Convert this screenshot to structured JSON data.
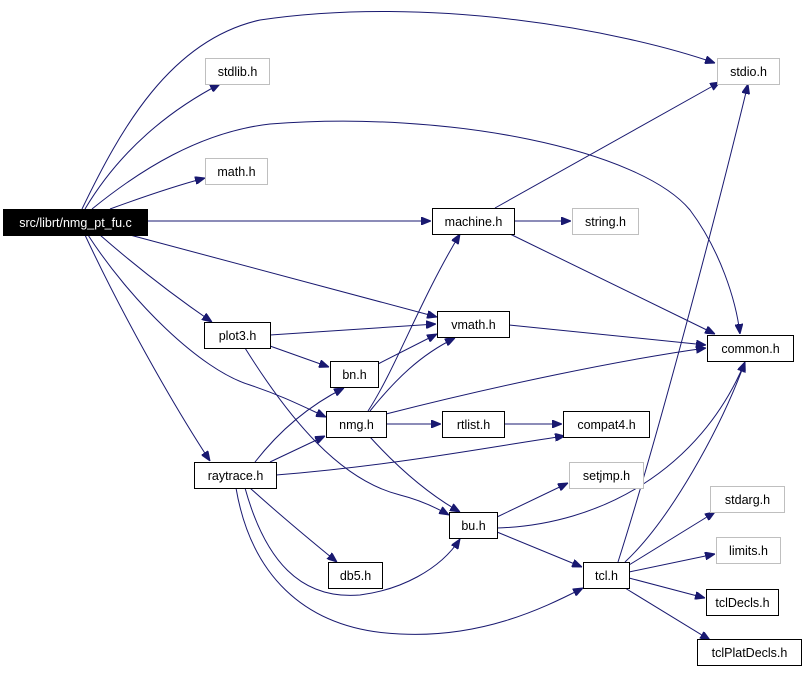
{
  "colors": {
    "edge": "#191970",
    "root_fill": "#000000",
    "root_text": "#ffffff",
    "node_border": "#000000",
    "leaf_border": "#bfbfbf",
    "node_text": "#000000"
  },
  "nodes": [
    {
      "id": "root",
      "label": "src/librt/nmg_pt_fu.c",
      "style": "root"
    },
    {
      "id": "stdlib",
      "label": "stdlib.h",
      "style": "leaf"
    },
    {
      "id": "stdio",
      "label": "stdio.h",
      "style": "leaf"
    },
    {
      "id": "math",
      "label": "math.h",
      "style": "leaf"
    },
    {
      "id": "machine",
      "label": "machine.h",
      "style": "normal"
    },
    {
      "id": "string",
      "label": "string.h",
      "style": "leaf"
    },
    {
      "id": "plot3",
      "label": "plot3.h",
      "style": "normal"
    },
    {
      "id": "vmath",
      "label": "vmath.h",
      "style": "normal"
    },
    {
      "id": "common",
      "label": "common.h",
      "style": "normal"
    },
    {
      "id": "bn",
      "label": "bn.h",
      "style": "normal"
    },
    {
      "id": "nmg",
      "label": "nmg.h",
      "style": "normal"
    },
    {
      "id": "rtlist",
      "label": "rtlist.h",
      "style": "normal"
    },
    {
      "id": "compat4",
      "label": "compat4.h",
      "style": "normal"
    },
    {
      "id": "raytrace",
      "label": "raytrace.h",
      "style": "normal"
    },
    {
      "id": "setjmp",
      "label": "setjmp.h",
      "style": "leaf"
    },
    {
      "id": "stdarg",
      "label": "stdarg.h",
      "style": "leaf"
    },
    {
      "id": "bu",
      "label": "bu.h",
      "style": "normal"
    },
    {
      "id": "limits",
      "label": "limits.h",
      "style": "leaf"
    },
    {
      "id": "db5",
      "label": "db5.h",
      "style": "normal"
    },
    {
      "id": "tcl",
      "label": "tcl.h",
      "style": "normal"
    },
    {
      "id": "tclDecls",
      "label": "tclDecls.h",
      "style": "normal"
    },
    {
      "id": "tclPlatDecls",
      "label": "tclPlatDecls.h",
      "style": "normal"
    }
  ],
  "edges": [
    {
      "from": "root",
      "to": "stdio"
    },
    {
      "from": "root",
      "to": "stdlib"
    },
    {
      "from": "root",
      "to": "common"
    },
    {
      "from": "root",
      "to": "math"
    },
    {
      "from": "root",
      "to": "machine"
    },
    {
      "from": "root",
      "to": "vmath"
    },
    {
      "from": "root",
      "to": "plot3"
    },
    {
      "from": "root",
      "to": "nmg"
    },
    {
      "from": "root",
      "to": "raytrace"
    },
    {
      "from": "machine",
      "to": "stdio"
    },
    {
      "from": "machine",
      "to": "string"
    },
    {
      "from": "machine",
      "to": "common"
    },
    {
      "from": "plot3",
      "to": "vmath"
    },
    {
      "from": "plot3",
      "to": "bn"
    },
    {
      "from": "plot3",
      "to": "bu"
    },
    {
      "from": "vmath",
      "to": "common"
    },
    {
      "from": "bn",
      "to": "vmath"
    },
    {
      "from": "nmg",
      "to": "machine"
    },
    {
      "from": "nmg",
      "to": "vmath"
    },
    {
      "from": "nmg",
      "to": "common"
    },
    {
      "from": "nmg",
      "to": "rtlist"
    },
    {
      "from": "nmg",
      "to": "bu"
    },
    {
      "from": "rtlist",
      "to": "compat4"
    },
    {
      "from": "raytrace",
      "to": "bn"
    },
    {
      "from": "raytrace",
      "to": "nmg"
    },
    {
      "from": "raytrace",
      "to": "compat4"
    },
    {
      "from": "raytrace",
      "to": "db5"
    },
    {
      "from": "raytrace",
      "to": "bu"
    },
    {
      "from": "raytrace",
      "to": "tcl"
    },
    {
      "from": "bu",
      "to": "setjmp"
    },
    {
      "from": "bu",
      "to": "common"
    },
    {
      "from": "bu",
      "to": "tcl"
    },
    {
      "from": "tcl",
      "to": "stdio"
    },
    {
      "from": "tcl",
      "to": "common"
    },
    {
      "from": "tcl",
      "to": "stdarg"
    },
    {
      "from": "tcl",
      "to": "limits"
    },
    {
      "from": "tcl",
      "to": "tclDecls"
    },
    {
      "from": "tcl",
      "to": "tclPlatDecls"
    }
  ]
}
